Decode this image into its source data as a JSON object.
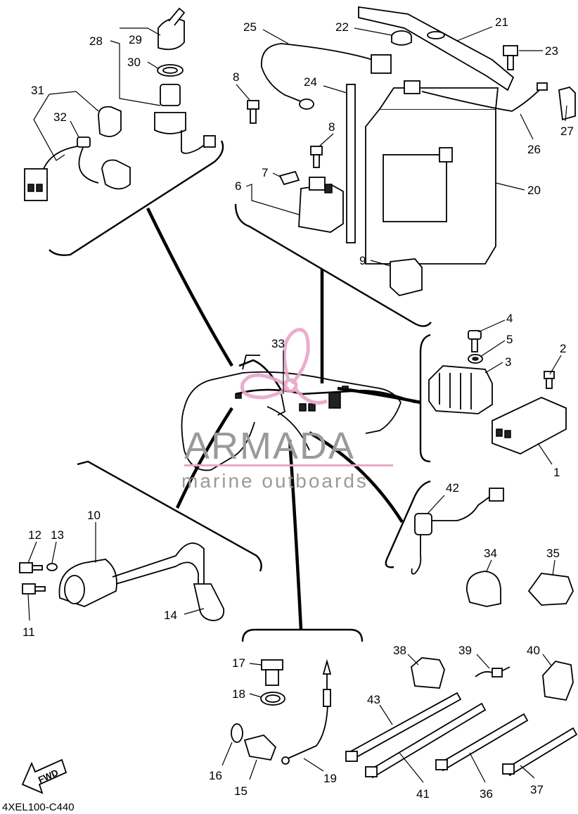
{
  "diagram": {
    "code": "4XEL100-C440",
    "forward_label": "FWD",
    "callouts": [
      "1",
      "2",
      "3",
      "4",
      "5",
      "6",
      "7",
      "8",
      "8",
      "9",
      "10",
      "11",
      "12",
      "13",
      "14",
      "15",
      "16",
      "17",
      "18",
      "19",
      "20",
      "21",
      "22",
      "23",
      "24",
      "25",
      "26",
      "27",
      "28",
      "29",
      "30",
      "31",
      "32",
      "33",
      "34",
      "35",
      "36",
      "37",
      "38",
      "39",
      "40",
      "41",
      "42",
      "43"
    ]
  },
  "watermark": {
    "brand": "ARMADA",
    "tagline": "marine outboards",
    "color": "#e8a6c8"
  }
}
